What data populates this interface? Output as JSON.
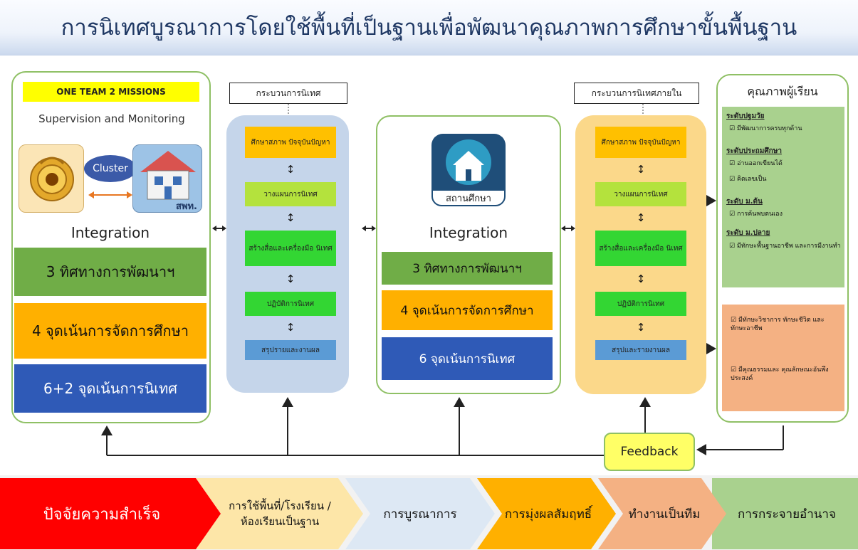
{
  "title": "การนิเทศบูรณาการโดยใช้พื้นที่เป็นฐานเพื่อพัฒนาคุณภาพการศึกษาขั้นพื้นฐาน",
  "left_panel": {
    "mission": "ONE TEAM 2 MISSIONS",
    "subtitle": "Supervision and Monitoring",
    "cluster": "Cluster",
    "office_label": "สพท.",
    "integration": "Integration",
    "boxes": [
      "3 ทิศทางการพัฒนาฯ",
      "4 จุดเน้นการจัดการศึกษา",
      "6+2 จุดเน้นการนิเทศ"
    ]
  },
  "process_left": {
    "header": "กระบวนการนิเทศ",
    "steps": [
      "ศึกษาสภาพ ปัจจุบันปัญหา",
      "วางแผนการนิเทศ",
      "สร้างสื่อและเครื่องมือ นิเทศ",
      "ปฏิบัติการนิเทศ",
      "สรุปรายและงานผล"
    ]
  },
  "center_panel": {
    "school_label": "สถานศึกษา",
    "integration": "Integration",
    "boxes": [
      "3 ทิศทางการพัฒนาฯ",
      "4 จุดเน้นการจัดการศึกษา",
      "6 จุดเน้นการนิเทศ"
    ]
  },
  "process_right": {
    "header": "กระบวนการนิเทศภายใน",
    "steps": [
      "ศึกษาสภาพ ปัจจุบันปัญหา",
      "วางแผนการนิเทศ",
      "สร้างสื่อและเครื่องมือ นิเทศ",
      "ปฏิบัติการนิเทศ",
      "สรุปและรายงานผล"
    ]
  },
  "quality_panel": {
    "title": "คุณภาพผู้เรียน",
    "levels": [
      {
        "heading": "ระดับปฐมวัย",
        "items": [
          "มีพัฒนาการครบทุกด้าน"
        ]
      },
      {
        "heading": "ระดับประถมศึกษา",
        "items": [
          "อ่านออกเขียนได้",
          "คิดเลขเป็น"
        ]
      },
      {
        "heading": "ระดับ ม.ต้น",
        "items": [
          "การค้นพบตนเอง"
        ]
      },
      {
        "heading": "ระดับ ม.ปลาย",
        "items": [
          "มีทักษะพื้นฐานอาชีพ และการมีงานทำ"
        ]
      }
    ],
    "bottom_items": [
      "มีทักษะวิชาการ ทักษะชีวิต และทักษะอาชีพ",
      "มีคุณธรรมและ คุณลักษณะอันพึงประสงค์"
    ]
  },
  "feedback": "Feedback",
  "success_factors": {
    "label": "ปัจจัยความสำเร็จ",
    "items": [
      "การใช้พื้นที่/โรงเรียน /ห้องเรียนเป็นฐาน",
      "การบูรณาการ",
      "การมุ่งผลสัมฤทธิ์",
      "ทำงานเป็นทีม",
      "การกระจายอำนาจ"
    ]
  },
  "colors": {
    "panel_border": "#8fc065",
    "process_left_bg": "#c5d5ea",
    "process_right_bg": "#fbd88a",
    "step_orange": "#ffc000",
    "step_lime": "#b4e23d",
    "step_green": "#33d633",
    "step_blue": "#5b9bd5",
    "box_green": "#70ad47",
    "box_orange": "#ffb000",
    "box_blue": "#2f5ab7",
    "quality_green": "#a9d18e",
    "quality_salmon": "#f4b183",
    "feedback_bg": "#ffff66",
    "factor_red": "#ff0000"
  }
}
